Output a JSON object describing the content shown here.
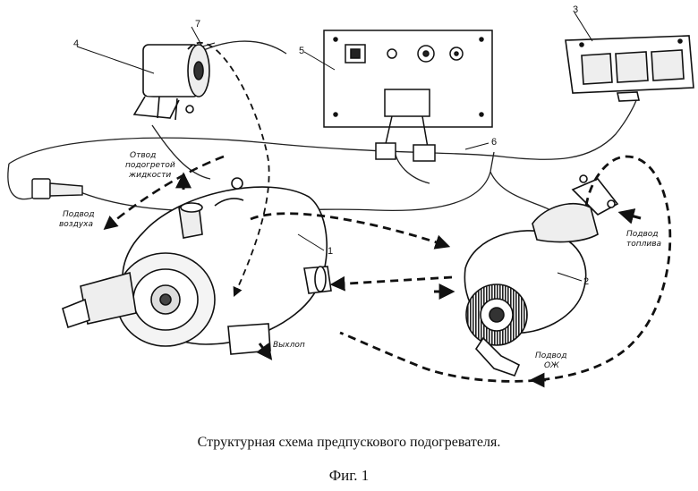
{
  "caption": {
    "title": "Структурная схема предпускового подогревателя.",
    "figure": "Фиг. 1"
  },
  "callouts": [
    "1",
    "2",
    "3",
    "4",
    "5",
    "6",
    "7"
  ],
  "labels": {
    "hot_coolant_out_line1": "Отвод",
    "hot_coolant_out_line2": "подогретой",
    "hot_coolant_out_line3": "жидкости",
    "air_in_line1": "Подвод",
    "air_in_line2": "воздуха",
    "fuel_in_line1": "Подвод",
    "fuel_in_line2": "топлива",
    "coolant_in_line1": "Подвод",
    "coolant_in_line2": "ОЖ",
    "exhaust": "Выхлоп"
  }
}
